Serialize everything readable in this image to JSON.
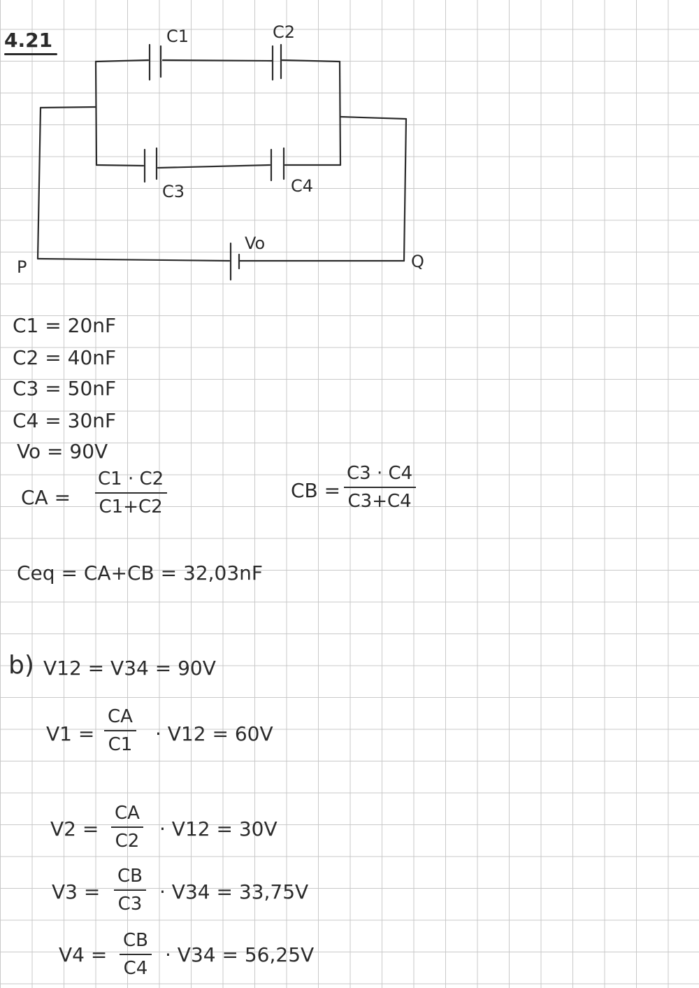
{
  "problem_number": "4.21",
  "circuit": {
    "labels": {
      "c1": "C1",
      "c2": "C2",
      "c3": "C3",
      "c4": "C4",
      "v0": "Vo",
      "p": "P",
      "q": "Q"
    }
  },
  "givens": [
    "C1 = 20nF",
    "C2 = 40nF",
    "C3 = 50nF",
    "C4 = 30nF",
    "Vo = 90V"
  ],
  "formulas": {
    "ca": {
      "lhs": "CA =",
      "num": "C1 · C2",
      "den": "C1+C2"
    },
    "cb": {
      "lhs": "CB =",
      "num": "C3 · C4",
      "den": "C3+C4"
    },
    "ceq": "Ceq = CA+CB = 32,03nF"
  },
  "part_b": {
    "marker": "b)",
    "statement": "V12 = V34 = 90V",
    "v1": {
      "lhs": "V1 =",
      "num": "CA",
      "den": "C1",
      "rhs": "· V12 = 60V"
    },
    "v2": {
      "lhs": "V2 =",
      "num": "CA",
      "den": "C2",
      "rhs": "· V12 = 30V"
    },
    "v3": {
      "lhs": "V3 =",
      "num": "CB",
      "den": "C3",
      "rhs": "· V34 = 33,75V"
    },
    "v4": {
      "lhs": "V4 =",
      "num": "CB",
      "den": "C4",
      "rhs": "· V34 = 56,25V"
    }
  }
}
